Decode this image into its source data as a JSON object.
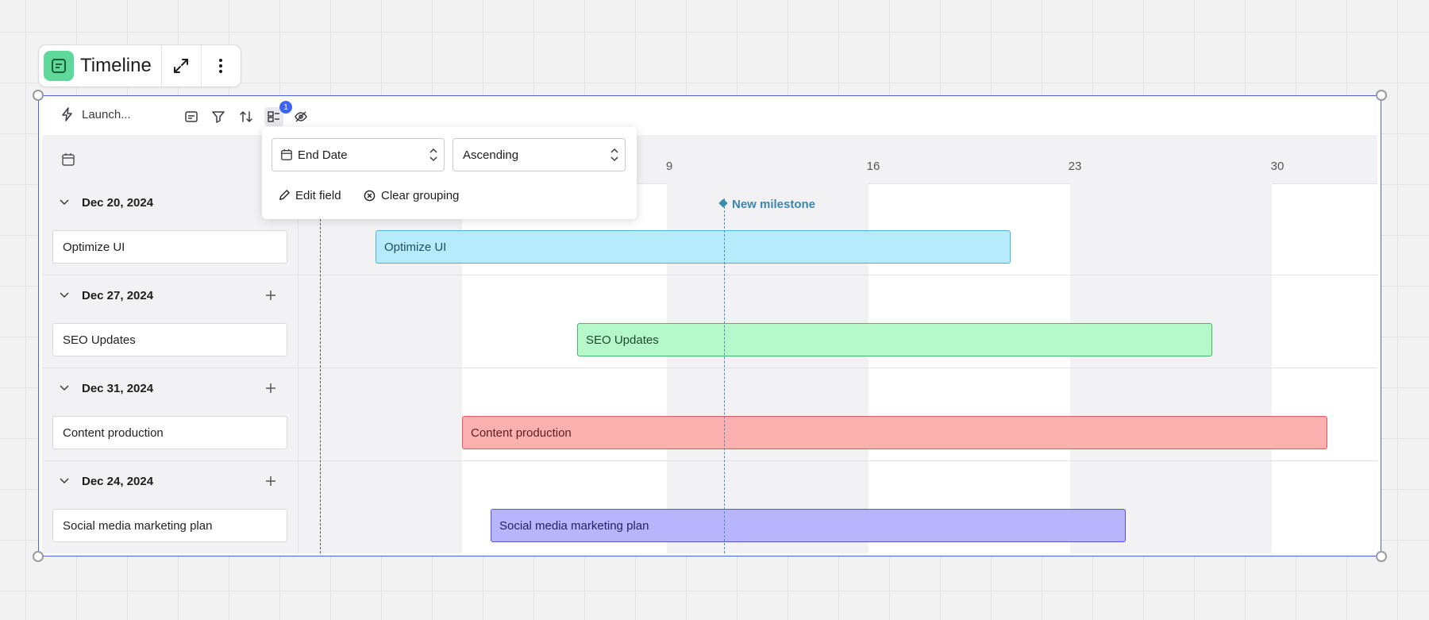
{
  "title_bar": {
    "title": "Timeline",
    "icon": "document-icon",
    "expand_icon": "expand-icon",
    "more_icon": "more-vertical-icon"
  },
  "toolbar": {
    "source_label": "Launch...",
    "icons": [
      "lightning-icon",
      "card-icon",
      "filter-icon",
      "sort-icon",
      "group-icon",
      "hide-icon"
    ],
    "group_badge": "1"
  },
  "header": {
    "ticks": [
      "9",
      "16",
      "23",
      "30"
    ]
  },
  "milestone": {
    "label": "New milestone",
    "color": "#3a86ad"
  },
  "groups": [
    {
      "title": "Dec 20, 2024",
      "task": "Optimize UI",
      "bar_label": "Optimize UI",
      "bar_color": "#b5ebfb",
      "bar_border": "#4fb3d9",
      "bar_text": "#1f4f66"
    },
    {
      "title": "Dec 27, 2024",
      "task": "SEO Updates",
      "bar_label": "SEO Updates",
      "bar_color": "#b4f8c9",
      "bar_border": "#44b86c",
      "bar_text": "#1f4a2c"
    },
    {
      "title": "Dec 31, 2024",
      "task": "Content production",
      "bar_label": "Content production",
      "bar_color": "#fdb0b0",
      "bar_border": "#e35a5a",
      "bar_text": "#5a1f1f"
    },
    {
      "title": "Dec 24, 2024",
      "task": "Social media marketing plan",
      "bar_label": "Social media marketing plan",
      "bar_color": "#b8b5fc",
      "bar_border": "#5a52e0",
      "bar_text": "#25206b"
    }
  ],
  "popover": {
    "field": "End Date",
    "order": "Ascending",
    "edit_label": "Edit field",
    "clear_label": "Clear grouping"
  },
  "colors": {
    "accent": "#4b63e0",
    "badge": "#3f63f3",
    "doc_badge": "#5fd89c"
  }
}
